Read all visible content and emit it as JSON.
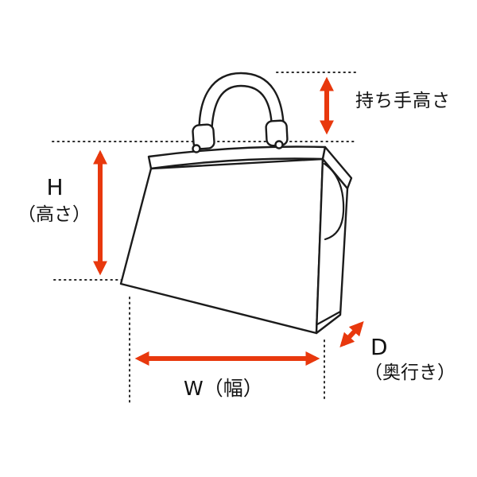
{
  "diagram": {
    "labels": {
      "handle_height": "持ち手高さ",
      "height_letter": "H",
      "height_caption": "（高さ）",
      "width": "W（幅）",
      "depth_letter": "D",
      "depth_caption": "（奥行き）"
    },
    "colors": {
      "arrow": "#e8380d",
      "line": "#1b1b1b",
      "background": "#ffffff"
    }
  }
}
